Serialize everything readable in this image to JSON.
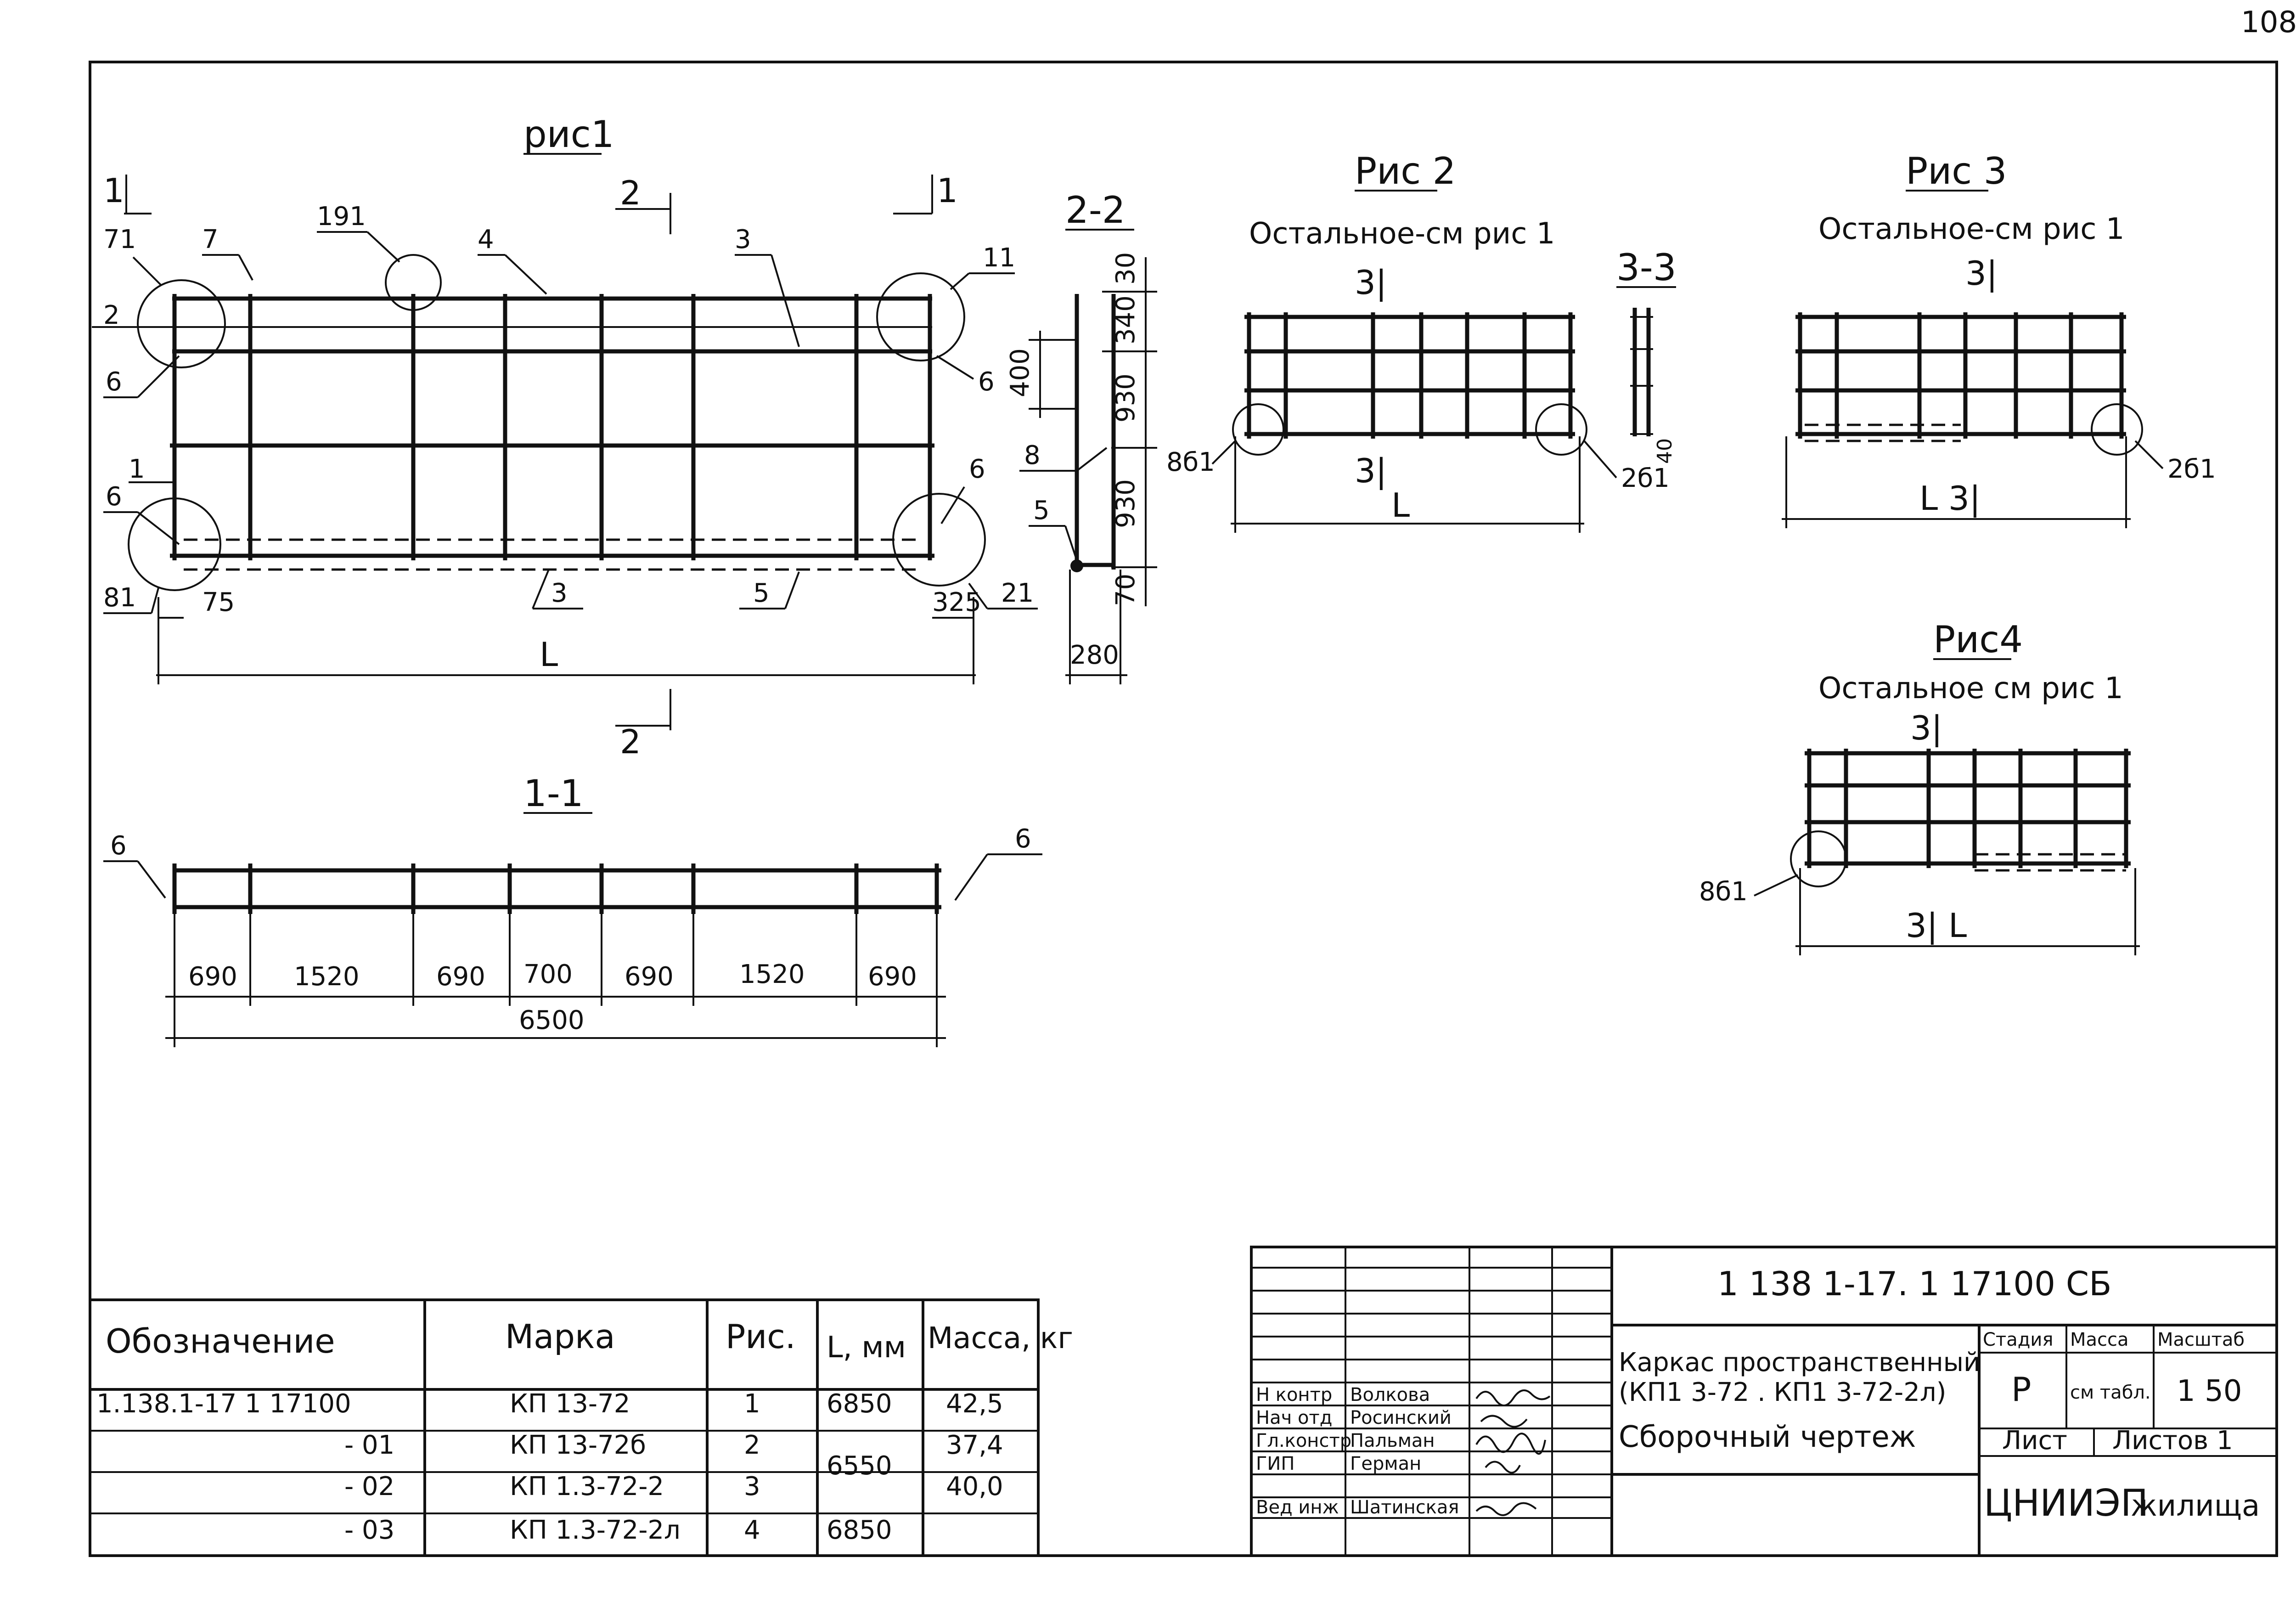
{
  "page_number": "108",
  "figures": {
    "fig1": {
      "title": "рис1",
      "section_1_left": "1",
      "section_1_right": "1",
      "section_2_top": "2",
      "section_2_bottom": "2",
      "callouts": [
        "71",
        "7",
        "191",
        "4",
        "3",
        "11",
        "2",
        "6",
        "6",
        "6",
        "1",
        "6",
        "81",
        "3",
        "5",
        "21"
      ],
      "dims": [
        "75",
        "325",
        "L"
      ]
    },
    "section22": {
      "title": "2-2",
      "dims": [
        "30",
        "340",
        "400",
        "930",
        "930",
        "70",
        "280"
      ],
      "callouts": [
        "8",
        "5"
      ]
    },
    "fig2": {
      "title": "Рис 2",
      "note": "Остальное-см рис 1",
      "mark_top": "3|",
      "mark_bottom": "3|",
      "callout_left": "8б1",
      "callout_right": "2б1",
      "dim": "L"
    },
    "section33": {
      "title": "3-3",
      "dim": "40"
    },
    "fig3": {
      "title": "Рис 3",
      "note": "Остальное-см рис 1",
      "mark_top": "3|",
      "dim": "L 3|",
      "callout_right": "2б1"
    },
    "fig4": {
      "title": "Рис4",
      "note": "Остальное см рис 1",
      "mark_top": "3|",
      "dim": "3| L",
      "callout_left": "8б1"
    },
    "section11": {
      "title": "1-1",
      "callout_left": "6",
      "callout_right": "6",
      "spacing": [
        "690",
        "1520",
        "690",
        "700",
        "690",
        "1520",
        "690"
      ],
      "total": "6500"
    }
  },
  "spec_table": {
    "headers": [
      "Обозначение",
      "Марка",
      "Рис.",
      "L, мм",
      "Масса, кг"
    ],
    "rows": [
      {
        "designation": "1.138.1-17 1 17100",
        "mark": "КП 13-72",
        "fig": "1",
        "length": "6850",
        "mass": "42,5"
      },
      {
        "designation": "- 01",
        "mark": "КП 13-72б",
        "fig": "2",
        "length": "6550",
        "mass": "37,4"
      },
      {
        "designation": "- 02",
        "mark": "КП 1.3-72-2",
        "fig": "3",
        "length": "",
        "mass": "40,0"
      },
      {
        "designation": "- 03",
        "mark": "КП 1.3-72-2л",
        "fig": "4",
        "length": "6850",
        "mass": ""
      }
    ]
  },
  "title_block": {
    "code": "1 138 1-17. 1 17100 СБ",
    "name_line1": "Каркас пространственный",
    "name_line2": "(КП1 3-72 . КП1 3-72-2л)",
    "doc_type": "Сборочный чертеж",
    "stage_header": "Стадия",
    "mass_header": "Масса",
    "scale_header": "Масштаб",
    "stage": "Р",
    "mass": "см табл.",
    "scale": "1 50",
    "sheet": "Лист",
    "sheets": "Листов 1",
    "org": "ЦНИИЭП",
    "org_suffix": "жилища",
    "signatures": [
      {
        "role": "Н контр",
        "name": "Волкова"
      },
      {
        "role": "Нач отд",
        "name": "Росинский"
      },
      {
        "role": "Гл.констр",
        "name": "Пальман"
      },
      {
        "role": "ГИП",
        "name": "Герман"
      },
      {
        "role": "Вед инж",
        "name": "Шатинская"
      }
    ]
  }
}
